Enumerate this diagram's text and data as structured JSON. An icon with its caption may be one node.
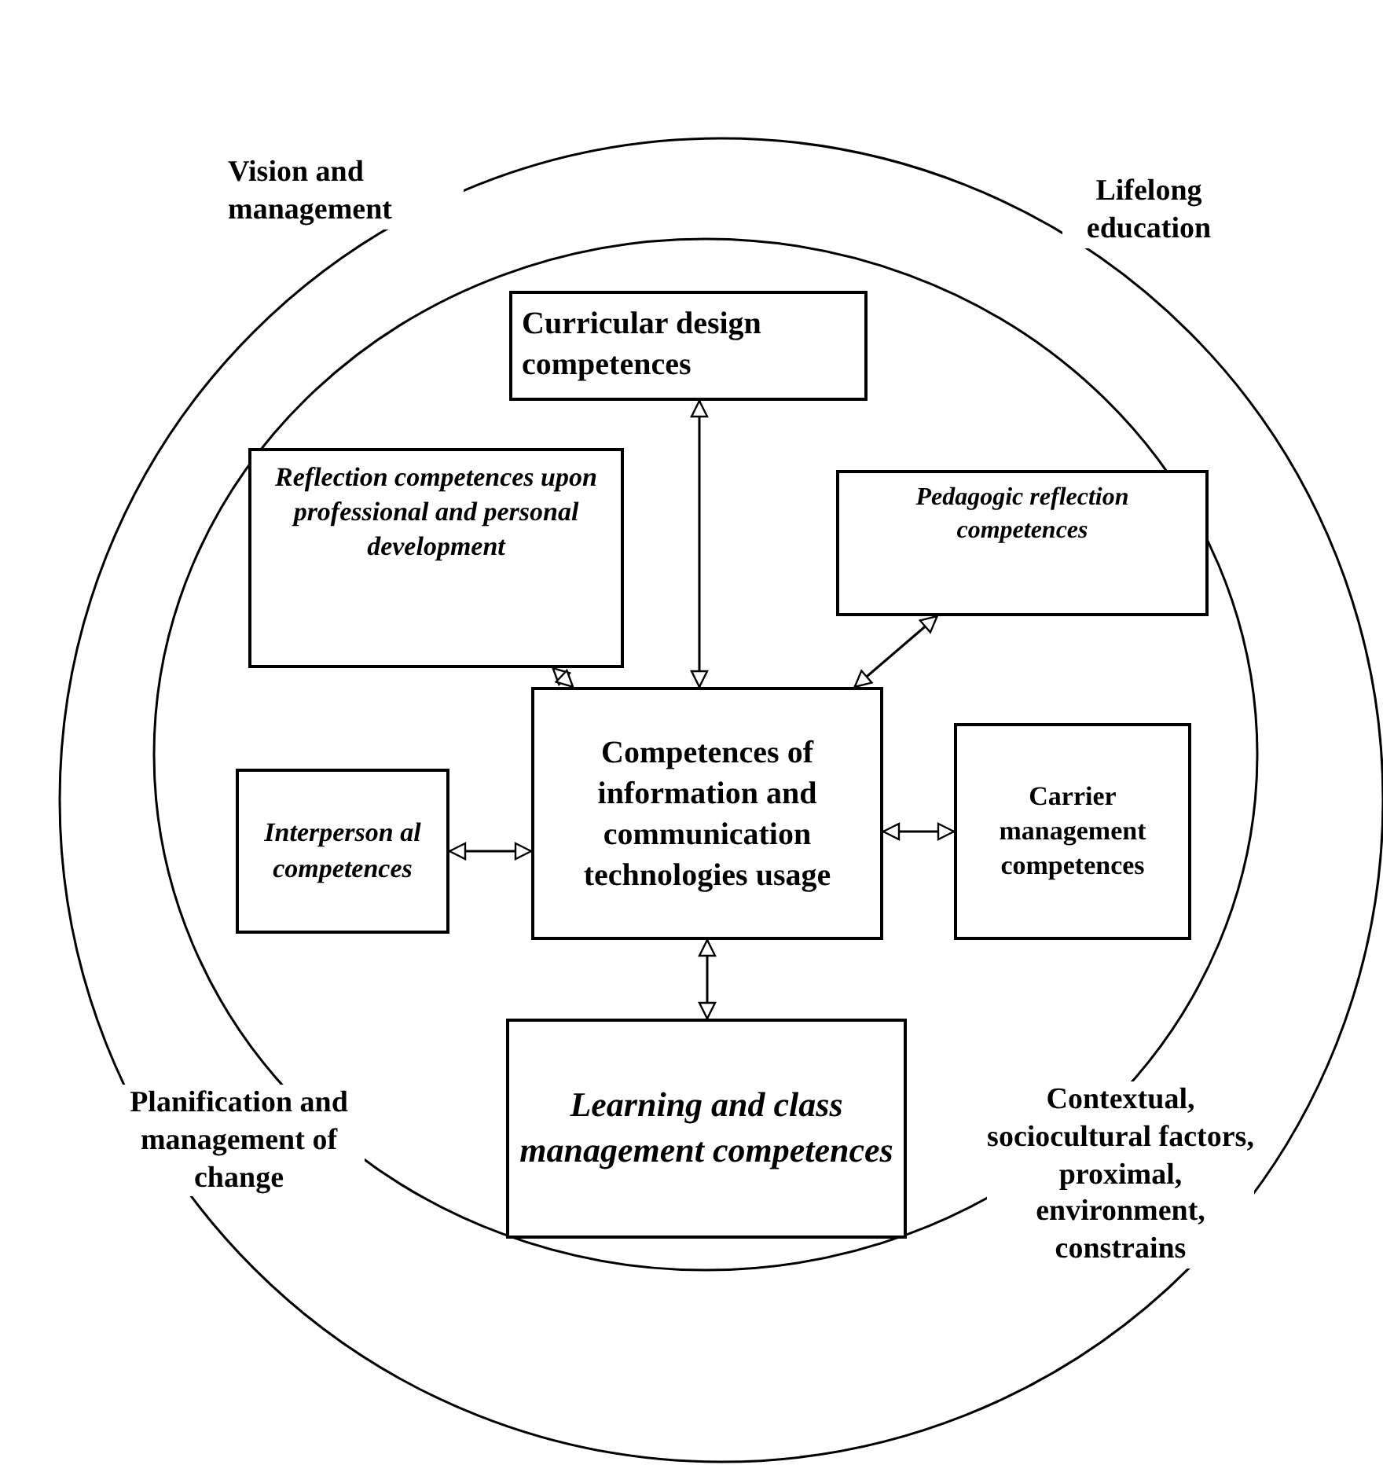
{
  "diagram": {
    "nodes": [
      {
        "text": [
          "Curricular design competences"
        ]
      },
      {
        "text": [
          "Reflection competences upon professional and personal development"
        ]
      },
      {
        "text": [
          "Pedagogic reflection competences"
        ]
      },
      {
        "text": [
          "Competences of information and communication technologies usage"
        ]
      },
      {
        "text": [
          "Interperson al competences"
        ]
      },
      {
        "text": [
          "Carrier management competences"
        ]
      },
      {
        "text": [
          "Learning and class management competences"
        ]
      }
    ],
    "edges": [
      {
        "from": 0,
        "to": 3,
        "arrow": "both"
      },
      {
        "from": 1,
        "to": 3,
        "arrow": "both"
      },
      {
        "from": 2,
        "to": 3,
        "arrow": "both"
      },
      {
        "from": 4,
        "to": 3,
        "arrow": "both"
      },
      {
        "from": 3,
        "to": 5,
        "arrow": "both"
      },
      {
        "from": 3,
        "to": 6,
        "arrow": "both"
      }
    ],
    "labels": [
      "Vision and management",
      "Lifelong education",
      "Planification and management of change",
      "Contextual, sociocultural factors, proximal, environment, constrains"
    ]
  }
}
